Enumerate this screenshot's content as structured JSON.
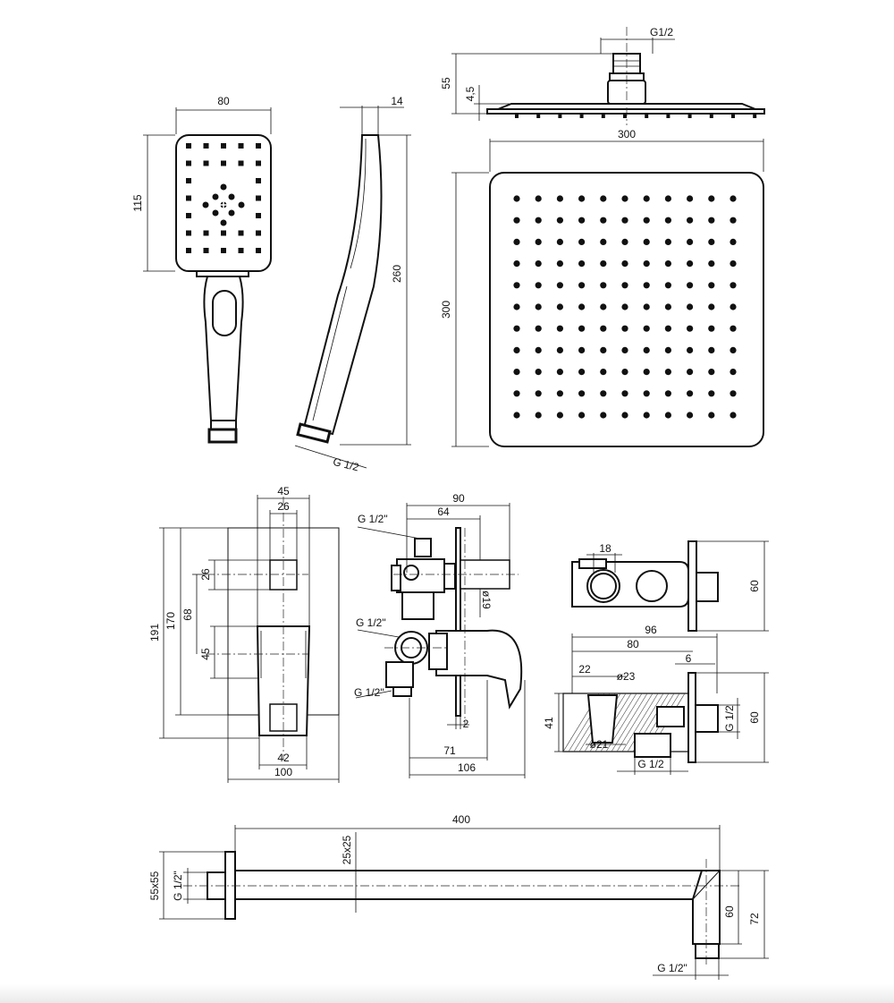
{
  "hand_shower": {
    "head_width": "80",
    "head_height": "115",
    "thickness": "14",
    "length": "260",
    "thread": "G 1/2"
  },
  "rain_shower_side": {
    "thread": "G1/2",
    "height": "55",
    "plate": "4,5"
  },
  "rain_shower_top": {
    "width": "300",
    "height": "300"
  },
  "mixer_front": {
    "width_top": "45",
    "inner_top": "26",
    "square": "26",
    "height_total": "191",
    "height_inner": "170",
    "offset": "68",
    "lever": "45",
    "bottom_inner": "42",
    "width_bottom": "100"
  },
  "mixer_side": {
    "thread_top": "G 1/2\"",
    "thread_mid": "G 1/2\"",
    "thread_bottom": "G 1/2\"",
    "depth_total": "90",
    "depth_spindle": "64",
    "spindle_dia": "ø19",
    "plate": "2",
    "lever_depth": "71",
    "total_depth": "106"
  },
  "wall_outlet": {
    "width_18": "18",
    "height_60": "60",
    "depth_96": "96",
    "depth_80": "80",
    "offset_22": "22",
    "dia_23": "ø23",
    "plate_6": "6",
    "height_41": "41",
    "dia_21": "ø21",
    "thread_bottom": "G 1/2",
    "thread_side": "G 1/2",
    "height_60b": "60"
  },
  "shower_arm": {
    "length": "400",
    "section": "25x25",
    "flange": "55x55",
    "thread_wall": "G 1/2\"",
    "drop": "60",
    "total_drop": "72",
    "thread_outlet": "G 1/2\""
  }
}
